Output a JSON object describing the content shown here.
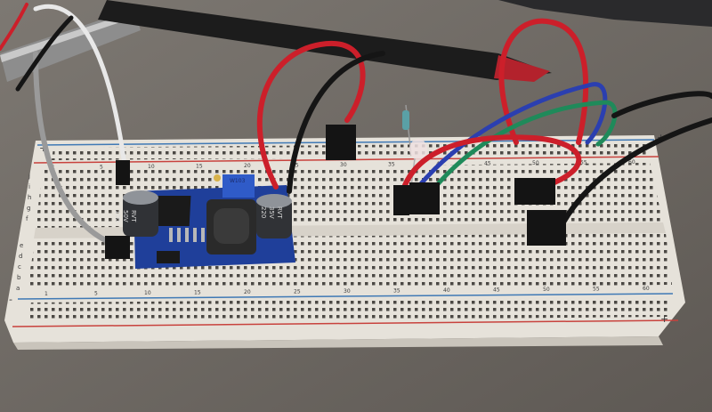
{
  "scene": {
    "photo_title": "",
    "breadboard": {
      "column_numbers": [
        "1",
        "5",
        "10",
        "15",
        "20",
        "25",
        "30",
        "35",
        "40",
        "45",
        "50",
        "55",
        "60"
      ],
      "row_letters_top": [
        "j",
        "i",
        "h",
        "g",
        "f"
      ],
      "row_letters_bottom": [
        "e",
        "d",
        "c",
        "b",
        "a"
      ],
      "plus_sign": "+",
      "minus_sign": "-"
    },
    "converter_module": {
      "cap_left_text": [
        "100",
        "50V",
        "RVT"
      ],
      "cap_right_text": [
        "220",
        "35V",
        "RVT"
      ],
      "pot_text": "W103"
    },
    "colors": {
      "board": "#e6e2da",
      "rail_red": "#c8423d",
      "rail_blue": "#3f79b5",
      "pcb": "#1f3f9a",
      "wire_red": "#cc1f2a",
      "wire_black": "#151515",
      "wire_blue": "#2b3fb0",
      "wire_green": "#1f8a5a",
      "wire_grey": "#9a9a9a",
      "wire_white": "#e8e8e8"
    }
  }
}
